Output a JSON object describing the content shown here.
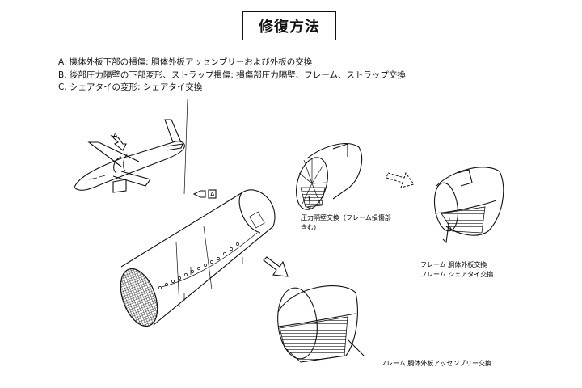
{
  "title": "修復方法",
  "items": [
    "A. 機体外板下部の損傷: 胴体外板アッセンブリーおよび外板の交換",
    "B. 後部圧力隔壁の下部変形、ストラップ損傷: 損傷部圧力隔壁、フレーム、ストラップ交換",
    "C. シェアタイの変形: シェアタイ交換"
  ],
  "labels": {
    "aircraft_marker": "A",
    "view_marker": "A",
    "bulkhead_caption_line1": "圧力隔壁交換（フレーム損傷部",
    "bulkhead_caption_line2": "含む)",
    "right_caption_line1": "フレーム 胴体外板交換",
    "right_caption_line2": "フレーム シェアタイ交換",
    "bottom_caption": "フレーム 胴体外板アッセンブリー交換"
  }
}
